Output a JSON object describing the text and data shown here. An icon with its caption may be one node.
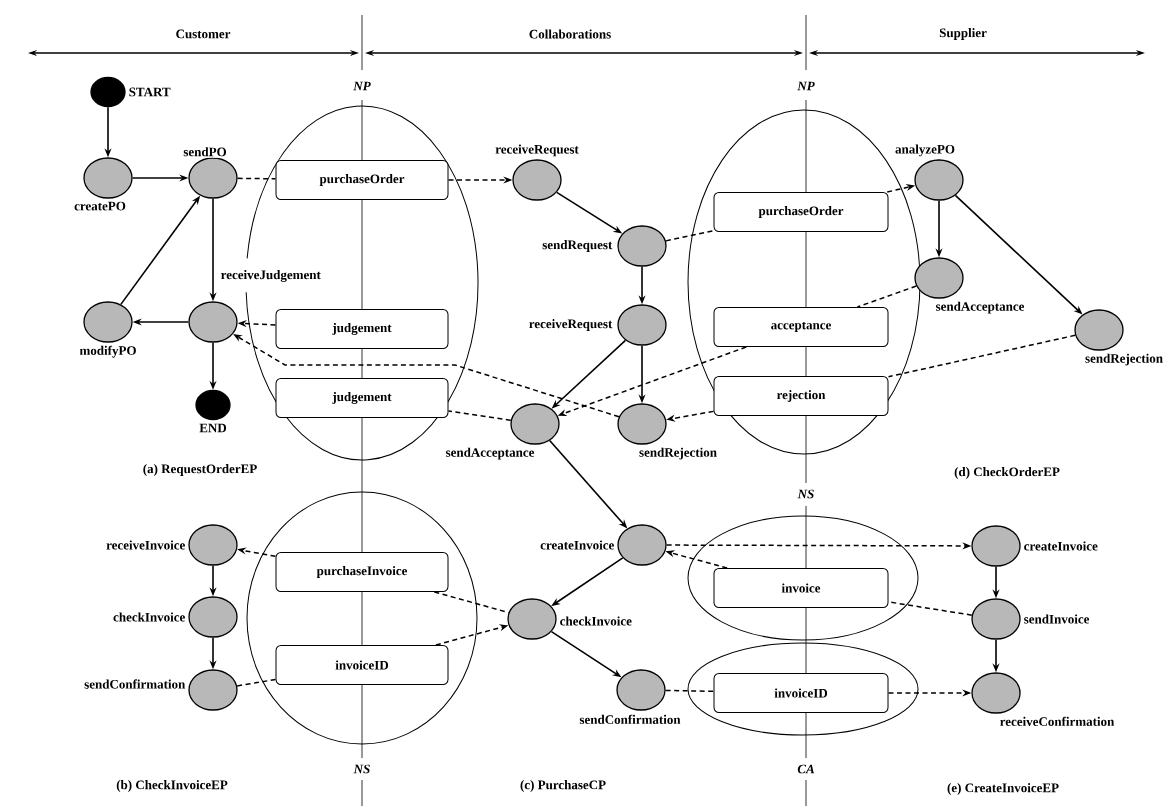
{
  "diagram": {
    "nodes": [
      {
        "text": [],
        "shape": "dot",
        "beside": [
          "START"
        ]
      },
      {
        "text": [],
        "shape": "circle",
        "beside": [
          "createPO"
        ]
      },
      {
        "text": [],
        "shape": "circle",
        "beside": [
          "sendPO"
        ]
      },
      {
        "text": [],
        "shape": "circle",
        "beside": [
          "receiveJudgement"
        ]
      },
      {
        "text": [],
        "shape": "circle",
        "beside": [
          "modifyPO"
        ]
      },
      {
        "text": [],
        "shape": "dot",
        "beside": [
          "END"
        ]
      },
      {
        "text": [
          "purchaseOrder"
        ]
      },
      {
        "text": [
          "judgement"
        ]
      },
      {
        "text": [
          "judgement"
        ]
      },
      {
        "text": [],
        "shape": "circle",
        "beside": [
          "receiveRequest"
        ]
      },
      {
        "text": [],
        "shape": "circle",
        "beside": [
          "sendRequest"
        ]
      },
      {
        "text": [],
        "shape": "circle",
        "beside": [
          "receiveRequest"
        ]
      },
      {
        "text": [],
        "shape": "circle",
        "beside": [
          "sendAcceptance"
        ]
      },
      {
        "text": [],
        "shape": "circle",
        "beside": [
          "sendRejection"
        ]
      },
      {
        "text": [
          "purchaseOrder"
        ]
      },
      {
        "text": [
          "acceptance"
        ]
      },
      {
        "text": [
          "rejection"
        ]
      },
      {
        "text": [],
        "shape": "circle",
        "beside": [
          "analyzePO"
        ]
      },
      {
        "text": [],
        "shape": "circle",
        "beside": [
          "sendAcceptance"
        ]
      },
      {
        "text": [],
        "shape": "circle",
        "beside": [
          "sendRejection"
        ]
      },
      {
        "text": [],
        "shape": "circle",
        "beside": [
          "receiveInvoice"
        ]
      },
      {
        "text": [],
        "shape": "circle",
        "beside": [
          "checkInvoice"
        ]
      },
      {
        "text": [],
        "shape": "circle",
        "beside": [
          "sendConfirmation"
        ]
      },
      {
        "text": [
          "purchaseInvoice"
        ]
      },
      {
        "text": [
          "invoiceID"
        ]
      },
      {
        "text": [],
        "shape": "circle",
        "beside": [
          "createInvoice"
        ]
      },
      {
        "text": [],
        "shape": "circle",
        "beside": [
          "checkInvoice"
        ]
      },
      {
        "text": [],
        "shape": "circle",
        "beside": [
          "sendConfirmation"
        ]
      },
      {
        "text": [
          "invoice"
        ]
      },
      {
        "text": [
          "invoiceID"
        ]
      },
      {
        "text": [],
        "shape": "circle",
        "beside": [
          "createInvoice"
        ]
      },
      {
        "text": [],
        "shape": "circle",
        "beside": [
          "sendInvoice"
        ]
      },
      {
        "text": [],
        "shape": "circle",
        "beside": [
          "receiveConfirmation"
        ]
      }
    ],
    "edges": [
      {
        "from": 0,
        "to": 1,
        "arrow": "to"
      },
      {
        "from": 1,
        "to": 2,
        "arrow": "to"
      },
      {
        "from": 2,
        "to": 3,
        "arrow": "to"
      },
      {
        "from": 3,
        "to": 4,
        "arrow": "to"
      },
      {
        "from": 4,
        "to": 2,
        "arrow": "to"
      },
      {
        "from": 3,
        "to": 5,
        "arrow": "to"
      },
      {
        "from": 2,
        "to": 6,
        "arrow": "none",
        "style": "dashed"
      },
      {
        "from": 6,
        "to": 9,
        "arrow": "to",
        "style": "dashed"
      },
      {
        "from": 7,
        "to": 3,
        "arrow": "to",
        "style": "dashed"
      },
      {
        "from": 13,
        "to": 3,
        "arrow": "to",
        "style": "dashed"
      },
      {
        "from": 12,
        "to": 8,
        "arrow": "none",
        "style": "dashed"
      },
      {
        "from": 9,
        "to": 10,
        "arrow": "to"
      },
      {
        "from": 10,
        "to": 11,
        "arrow": "to"
      },
      {
        "from": 11,
        "to": 12,
        "arrow": "to"
      },
      {
        "from": 11,
        "to": 13,
        "arrow": "to"
      },
      {
        "from": 10,
        "to": 14,
        "arrow": "none",
        "style": "dashed"
      },
      {
        "from": 14,
        "to": 17,
        "arrow": "to",
        "style": "dashed"
      },
      {
        "from": 15,
        "to": 12,
        "arrow": "to",
        "style": "dashed"
      },
      {
        "from": 16,
        "to": 13,
        "arrow": "to",
        "style": "dashed"
      },
      {
        "from": 18,
        "to": 15,
        "arrow": "none",
        "style": "dashed"
      },
      {
        "from": 19,
        "to": 16,
        "arrow": "none",
        "style": "dashed"
      },
      {
        "from": 17,
        "to": 18,
        "arrow": "to"
      },
      {
        "from": 17,
        "to": 19,
        "arrow": "to"
      },
      {
        "from": 12,
        "to": 25,
        "arrow": "to"
      },
      {
        "from": 20,
        "to": 21,
        "arrow": "to"
      },
      {
        "from": 21,
        "to": 22,
        "arrow": "to"
      },
      {
        "from": 23,
        "to": 20,
        "arrow": "to",
        "style": "dashed"
      },
      {
        "from": 22,
        "to": 24,
        "arrow": "none",
        "style": "dashed"
      },
      {
        "from": 23,
        "to": 26,
        "arrow": "none",
        "style": "dashed"
      },
      {
        "from": 24,
        "to": 26,
        "arrow": "to",
        "style": "dashed"
      },
      {
        "from": 25,
        "to": 26,
        "arrow": "to"
      },
      {
        "from": 26,
        "to": 27,
        "arrow": "to"
      },
      {
        "from": 25,
        "to": 30,
        "arrow": "to",
        "style": "dashed"
      },
      {
        "from": 28,
        "to": 25,
        "arrow": "to",
        "style": "dashed"
      },
      {
        "from": 31,
        "to": 28,
        "arrow": "none",
        "style": "dashed"
      },
      {
        "from": 27,
        "to": 29,
        "arrow": "none",
        "style": "dashed"
      },
      {
        "from": 29,
        "to": 32,
        "arrow": "to",
        "style": "dashed"
      },
      {
        "from": 30,
        "to": 31,
        "arrow": "to"
      },
      {
        "from": 31,
        "to": 32,
        "arrow": "to"
      }
    ],
    "labels": [
      "Customer",
      "Collaborations",
      "Supplier",
      "NP",
      "NP",
      "(a) RequestOrderEP",
      "(d) CheckOrderEP",
      "NS",
      "NS",
      "CA",
      "(b) CheckInvoiceEP",
      "(c) PurchaseCP",
      "(e) CreateInvoiceEP"
    ]
  }
}
